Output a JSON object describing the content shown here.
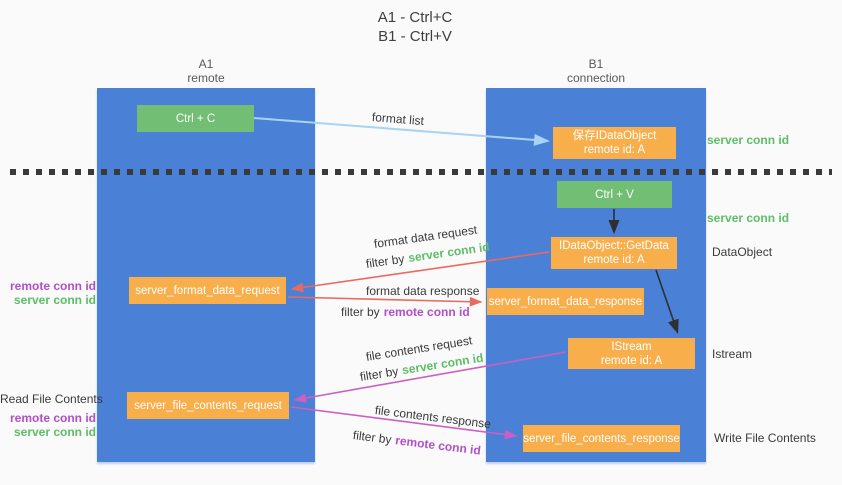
{
  "title": {
    "line1": "A1 - Ctrl+C",
    "line2": "B1 - Ctrl+V"
  },
  "lanes": {
    "left": {
      "title": "A1",
      "subtitle": "remote"
    },
    "right": {
      "title": "B1",
      "subtitle": "connection"
    }
  },
  "nodes": {
    "ctrl_c": {
      "label": "Ctrl + C"
    },
    "save_idataobject": {
      "line1": "保存IDataObject",
      "line2": "remote id: A"
    },
    "ctrl_v": {
      "label": "Ctrl + V"
    },
    "idataobject_getdata": {
      "line1": "IDataObject::GetData",
      "line2": "remote id: A"
    },
    "server_format_data_request": {
      "label": "server_format_data_request"
    },
    "server_format_data_response": {
      "label": "server_format_data_response"
    },
    "istream": {
      "line1": "IStream",
      "line2": "remote id: A"
    },
    "server_file_contents_request": {
      "label": "server_file_contents_request"
    },
    "server_file_contents_response": {
      "label": "server_file_contents_response"
    }
  },
  "flow_labels": {
    "format_list": "format list",
    "format_data_request": "format data request",
    "format_data_response": "format data response",
    "file_contents_request": "file contents request",
    "file_contents_response": "file contents response",
    "filter_by": "filter by",
    "server_conn_id": "server conn id",
    "remote_conn_id": "remote conn id"
  },
  "side_labels": {
    "left": {
      "pair1": {
        "remote": "remote conn id",
        "server": "server conn id"
      },
      "read_file_contents": "Read File Contents",
      "pair2": {
        "remote": "remote conn id",
        "server": "server conn id"
      }
    },
    "right": {
      "server_conn_id_top": "server conn id",
      "server_conn_id_mid": "server conn id",
      "dataobject": "DataObject",
      "istream": "Istream",
      "write_file_contents": "Write File Contents"
    }
  },
  "colors": {
    "lane_blue": "#4a80d5",
    "node_orange": "#f9ae4c",
    "node_green": "#72be74",
    "green_text": "#5dbd68",
    "purple_text": "#b14fc8",
    "red_arrow": "#e96a60",
    "magenta_arrow": "#cb5fc4",
    "blue_arrow": "#a9d3f2",
    "dark": "#3a3a3a"
  }
}
